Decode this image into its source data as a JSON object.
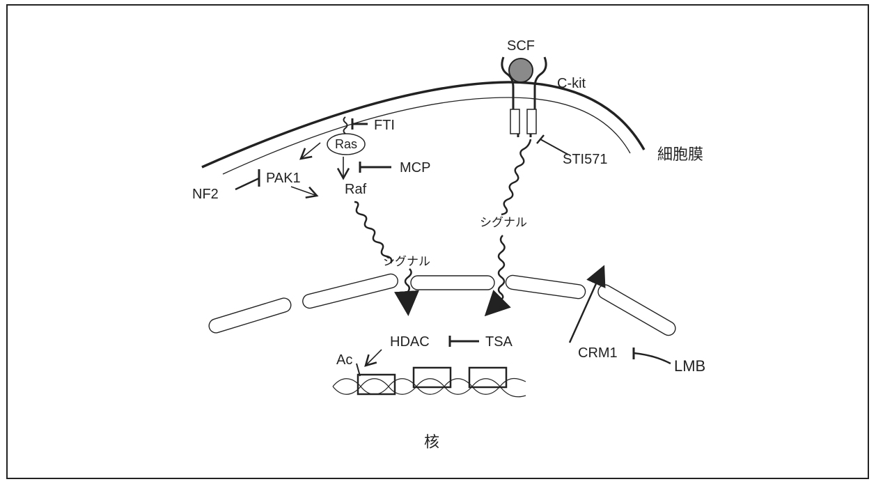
{
  "labels": {
    "scf": "SCF",
    "ckit": "C-kit",
    "fti": "FTI",
    "ras": "Ras",
    "mcp": "MCP",
    "sti571": "STI571",
    "cell_membrane": "細胞膜",
    "pak1": "PAK1",
    "nf2": "NF2",
    "raf": "Raf",
    "signal_right": "シグナル",
    "signal_left": "シグナル",
    "hdac": "HDAC",
    "tsa": "TSA",
    "ac": "Ac",
    "crm1": "CRM1",
    "lmb": "LMB",
    "nucleus": "核"
  }
}
